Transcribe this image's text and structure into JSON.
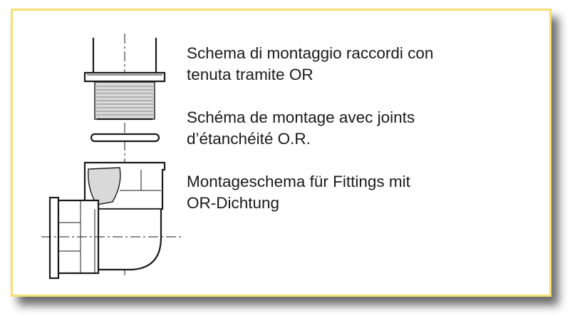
{
  "captions": [
    {
      "lang": "it",
      "line1": "Schema di montaggio raccordi con",
      "line2": "tenuta tramite OR"
    },
    {
      "lang": "fr",
      "line1": "Schéma de montage avec joints",
      "line2": "d’étanchéité O.R."
    },
    {
      "lang": "de",
      "line1": "Montageschema für Fittings mit",
      "line2": "OR-Dichtung"
    }
  ],
  "drawing": {
    "parts": [
      "pipe-adapter-threaded",
      "o-ring",
      "elbow-90-female"
    ],
    "colors": {
      "border": "#f6df73",
      "line": "#1a1a1a",
      "thread": "#b8b8b8"
    }
  }
}
